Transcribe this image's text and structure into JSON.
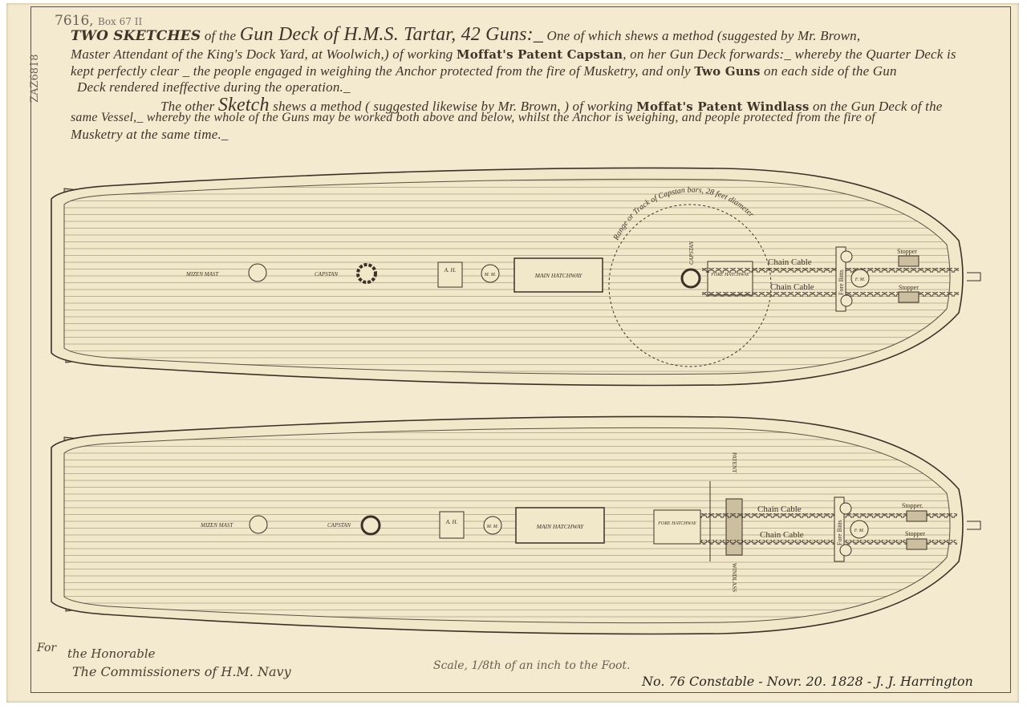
{
  "catalogue": {
    "ref": "7616,",
    "box": "Box 67 II",
    "side_ref": "ZAZ6818"
  },
  "heading": {
    "caps": "TWO SKETCHES",
    "l1a": "of the",
    "l1b": "Gun Deck of H.M.S. Tartar, 42 Guns:_",
    "l1c": "One of which shews a method (suggested by Mr. Brown,",
    "l2a": "Master Attendant of the King's Dock Yard, at Woolwich,) of working",
    "l2b": "Moffat's Patent Capstan",
    "l2c": ", on her Gun Deck forwards:_ whereby the Quarter Deck is",
    "l3a": "kept perfectly clear _ the people engaged in weighing the Anchor protected from the fire of Musketry, and only",
    "l3b": "Two Guns",
    "l3c": "on each side of the Gun",
    "l4": "Deck rendered ineffective during the operation._",
    "l5a": "The other",
    "l5b": "Sketch",
    "l5c": "shews a method ( suggested likewise by Mr. Brown, ) of working",
    "l5d": "Moffat's Patent Windlass",
    "l5e": "on the Gun Deck of the",
    "l6": "same Vessel,_ whereby the whole of the Guns may be worked both above and below, whilst the Anchor is weighing, and people protected from the fire of",
    "l7": "Musketry at the same time._"
  },
  "upper_plan": {
    "mizen_mast": "MIZEN MAST",
    "capstan_aft": "CAPSTAN",
    "ah": "A. H.",
    "mm": "M. M.",
    "main_hatchway": "MAIN HATCHWAY",
    "range_label": "Range or Track of Capstan bars, 28 feet diameter",
    "capstan_fwd": "CAPSTAN",
    "fore_hatchway": "FORE HATCHWAY",
    "chain_cable_1": "Chain Cable",
    "chain_cable_2": "Chain Cable",
    "fore_bitts": "Fore Bitts",
    "fm": "F. M.",
    "stopper_1": "Stopper",
    "stopper_2": "Stopper"
  },
  "lower_plan": {
    "mizen_mast": "MIZEN MAST",
    "capstan_aft": "CAPSTAN",
    "ah": "A. H.",
    "mm": "M. M.",
    "main_hatchway": "MAIN HATCHWAY",
    "fore_hatchway": "FORE HATCHWAY",
    "patent": "PATENT",
    "windlass": "WINDLASS",
    "chain_cable_1": "Chain Cable",
    "chain_cable_2": "Chain Cable",
    "fore_bitts": "Fore Bitts",
    "fm": "F. M.",
    "stopper_1": "Stopper.",
    "stopper_2": "Stopper"
  },
  "footer": {
    "for": "For",
    "honble": "the Honorable",
    "commissioners": "The Commissioners of H.M. Navy",
    "scale": "Scale, 1/8th of an inch to the Foot.",
    "signature": "No. 76 Constable - Novr. 20. 1828 - J. J. Harrington"
  }
}
